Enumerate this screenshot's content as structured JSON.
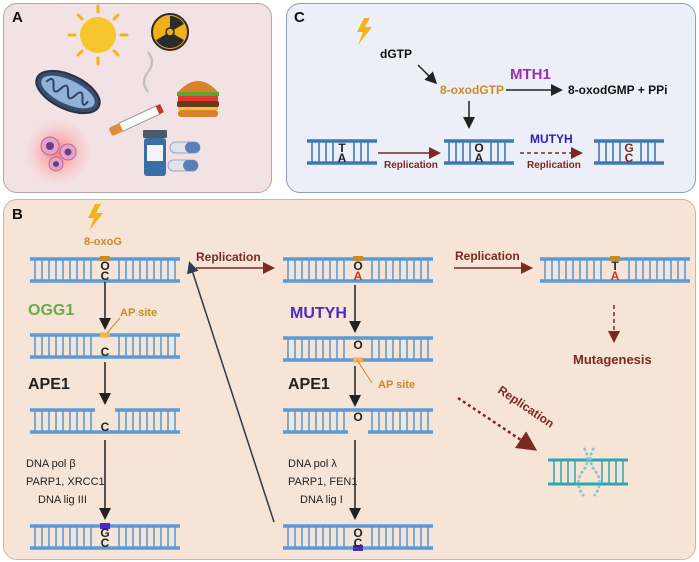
{
  "panels": {
    "a": "A",
    "b": "B",
    "c": "C"
  },
  "panel_c": {
    "dgtp": "dGTP",
    "oxodgtp": "8-oxodGTP",
    "mth1": "MTH1",
    "product": "8-oxodGMP + PPi",
    "replication1": "Replication",
    "mutyh": "MUTYH",
    "replication2": "Replication",
    "dna1": {
      "top": "T",
      "bottom": "A"
    },
    "dna2": {
      "top": "O",
      "bottom": "A"
    },
    "dna3": {
      "top": "G",
      "bottom": "C"
    }
  },
  "panel_b": {
    "oxog_label": "8-oxoG",
    "ogg1": "OGG1",
    "ap_site_left": "AP site",
    "ape1_left": "APE1",
    "left_enzymes": [
      "DNA pol β",
      "PARP1, XRCC1",
      "DNA lig III"
    ],
    "replication_mid": "Replication",
    "mutyh": "MUTYH",
    "ap_site_mid": "AP site",
    "ape1_mid": "APE1",
    "mid_enzymes": [
      "DNA pol λ",
      "PARP1, FEN1",
      "DNA lig I"
    ],
    "replication_right": "Replication",
    "mutagenesis": "Mutagenesis",
    "replication_diag": "Replication",
    "bases": {
      "l1": [
        "O",
        "C"
      ],
      "l2": [
        "",
        "C"
      ],
      "l3": [
        "",
        "C"
      ],
      "l4": [
        "G",
        "C"
      ],
      "m1": [
        "O",
        "A"
      ],
      "m2": [
        "O",
        ""
      ],
      "m3": [
        "O",
        ""
      ],
      "m4": [
        "O",
        "C"
      ],
      "r1": [
        "T",
        "A"
      ]
    }
  },
  "colors": {
    "dna": "#5b9bd5",
    "dna_dark": "#3f78b5",
    "arrow_red": "#7a2a22",
    "enzyme_green": "#6aa84f",
    "enzyme_purple": "#4a2cc0",
    "mutyh_blue": "#2a1fb0",
    "orange": "#c98b25",
    "maroon": "#7a2a22"
  },
  "icons": [
    "sun-icon",
    "radiation-icon",
    "mitochondrion-icon",
    "cigarette-icon",
    "burger-icon",
    "cells-icon",
    "medicine-icon",
    "lightning-icon"
  ]
}
